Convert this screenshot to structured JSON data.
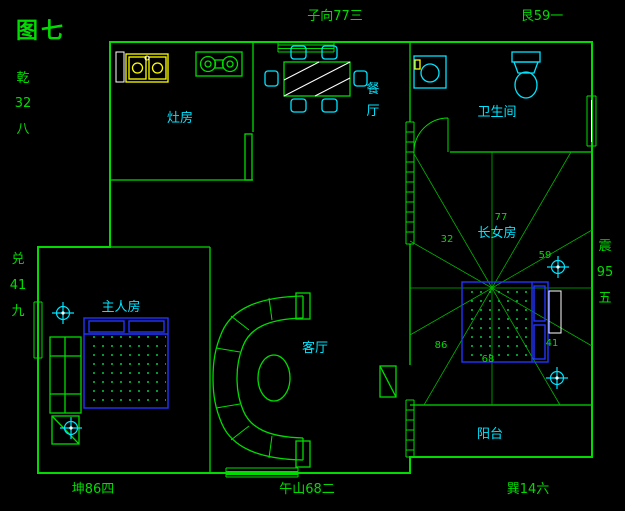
{
  "figure_title": "图七",
  "compass_labels": {
    "top_center": "子向77三",
    "top_right": "艮59一",
    "bottom_left": "坤86四",
    "bottom_center": "午山68二",
    "bottom_right": "巽14六",
    "left_upper": [
      "乾",
      "32",
      "八"
    ],
    "left_lower": [
      "兑",
      "41",
      "九"
    ],
    "right_middle": [
      "震",
      "95",
      "五"
    ]
  },
  "rooms": {
    "kitchen": "灶房",
    "dining": [
      "餐",
      "厅"
    ],
    "bathroom": "卫生间",
    "eldest_daughter_room": "长女房",
    "master_bedroom": "主人房",
    "living_room": "客厅",
    "balcony": "阳台"
  },
  "fengshui_numbers": [
    "32",
    "77",
    "59",
    "86",
    "68",
    "41"
  ],
  "colors": {
    "background": "#000000",
    "wall_line": "#00dc00",
    "room_label": "#00e5ff",
    "compass_text": "#00dc00",
    "bed_outline": "#2233ff",
    "sink_fixture": "#ffff00",
    "fixture_cyan": "#00e5ff",
    "highlight_white": "#ffffff"
  }
}
